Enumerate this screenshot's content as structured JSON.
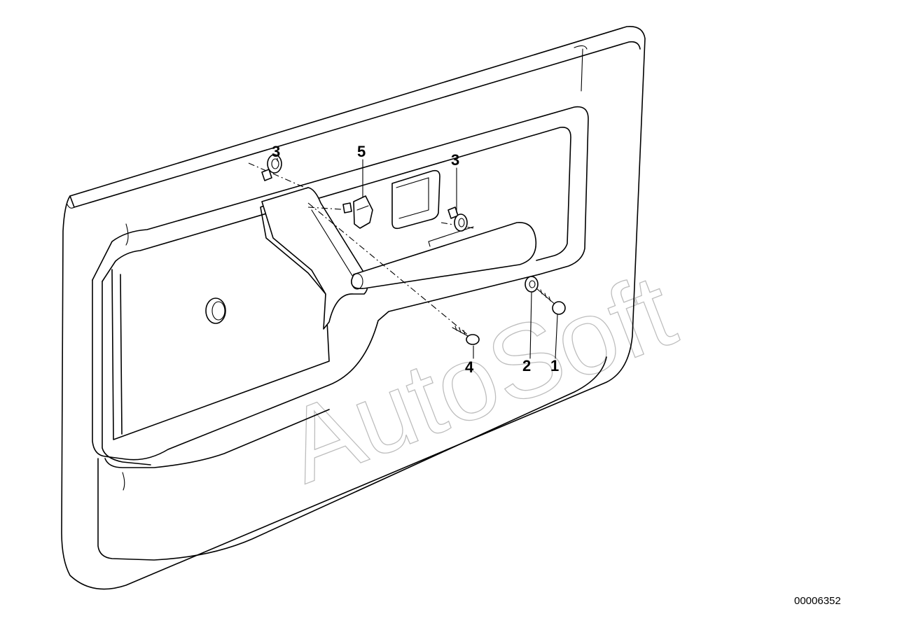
{
  "callouts": [
    {
      "label": "1"
    },
    {
      "label": "2"
    },
    {
      "label": "3"
    },
    {
      "label": "3"
    },
    {
      "label": "4"
    },
    {
      "label": "5"
    }
  ],
  "watermark": "AutoSoft",
  "reference_number": "00006352",
  "colors": {
    "line": "#000000",
    "watermark": "#bdbdbd",
    "background": "#ffffff"
  }
}
